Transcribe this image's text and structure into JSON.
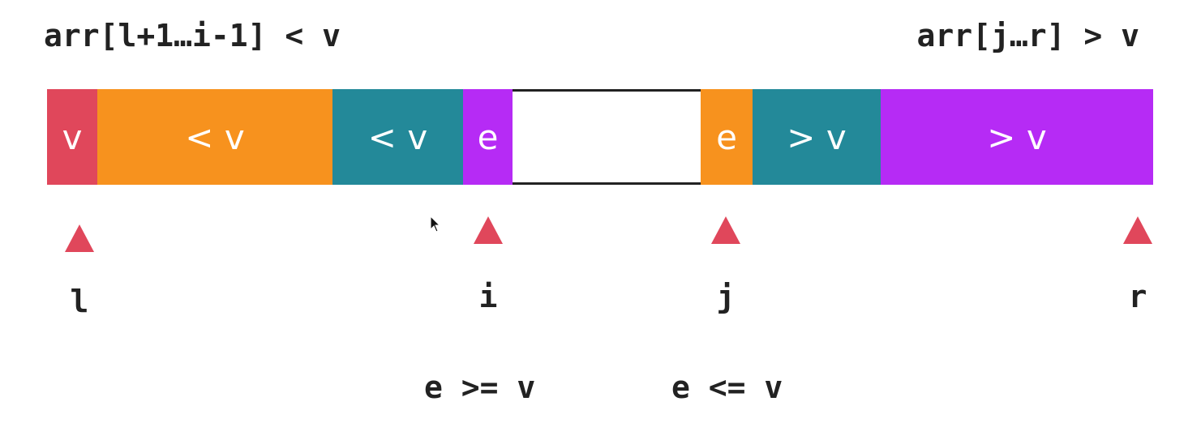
{
  "captions": {
    "left": "arr[l+1…i-1] < v",
    "right": "arr[j…r] > v"
  },
  "segments": [
    {
      "id": "pivot",
      "label": "v",
      "color": "#e0475b"
    },
    {
      "id": "less-a",
      "label": "< v",
      "color": "#f7921e"
    },
    {
      "id": "less-b",
      "label": "< v",
      "color": "#238999"
    },
    {
      "id": "e-left",
      "label": "e",
      "color": "#b62bf5"
    },
    {
      "id": "unprocessed",
      "label": "",
      "color": "#ffffff"
    },
    {
      "id": "e-right",
      "label": "e",
      "color": "#f7921e"
    },
    {
      "id": "greater-a",
      "label": "> v",
      "color": "#238999"
    },
    {
      "id": "greater-b",
      "label": "> v",
      "color": "#b62bf5"
    }
  ],
  "pointers": [
    {
      "id": "l",
      "label": "l"
    },
    {
      "id": "i",
      "label": "i"
    },
    {
      "id": "j",
      "label": "j"
    },
    {
      "id": "r",
      "label": "r"
    }
  ],
  "conditions": {
    "left": "e >= v",
    "right": "e <= v"
  },
  "marker_color": "#e0475b",
  "icons": [
    "mouse-cursor-icon"
  ]
}
